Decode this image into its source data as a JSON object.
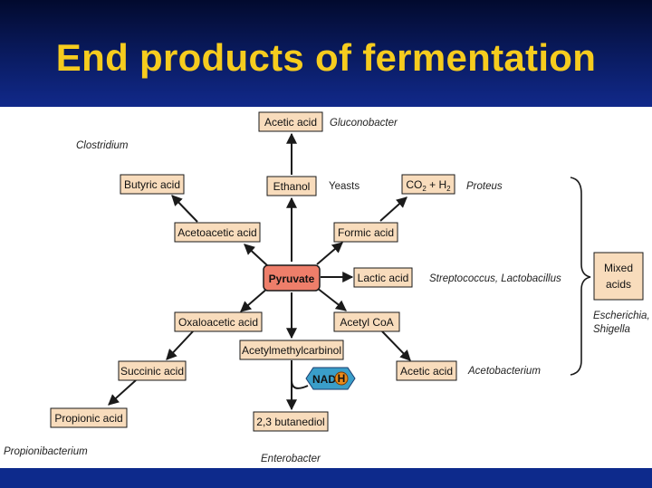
{
  "title": "End products of fermentation",
  "center": "Pyruvate",
  "products": {
    "acetic_acid_top": "Acetic acid",
    "ethanol": "Ethanol",
    "butyric_acid": "Butyric acid",
    "acetoacetic_acid": "Acetoacetic acid",
    "co2_h2": "CO",
    "co2_sub": "2",
    "co2_plus": " + H",
    "h2_sub": "2",
    "formic_acid": "Formic acid",
    "lactic_acid": "Lactic acid",
    "oxaloacetic_acid": "Oxaloacetic acid",
    "acetyl_coa": "Acetyl CoA",
    "acetylmethylcarbinol": "Acetylmethylcarbinol",
    "succinic_acid": "Succinic acid",
    "acetic_acid_bottom": "Acetic acid",
    "propionic_acid": "Propionic acid",
    "butanediol": "2,3 butanediol",
    "mixed_acids_line1": "Mixed",
    "mixed_acids_line2": "acids"
  },
  "cofactor": {
    "nad": "NAD",
    "h": "H"
  },
  "organisms": {
    "gluconobacter": "Gluconobacter",
    "clostridium": "Clostridium",
    "yeasts": "Yeasts",
    "proteus": "Proteus",
    "streptococcus": "Streptococcus, Lactobacillus",
    "escherichia": "Escherichia,",
    "shigella": "Shigella",
    "acetobacterium": "Acetobacterium",
    "propionibacterium": "Propionibacterium",
    "enterobacter": "Enterobacter"
  },
  "colors": {
    "header_dark": "#020a2e",
    "header_light": "#11298a",
    "title": "#f6cc1e",
    "box_fill": "#f8dcbc",
    "pyruvate_fill": "#ee7e6a",
    "nad_fill": "#3a9ec9",
    "h_fill": "#e88a1a",
    "footer": "#0d2a8c"
  }
}
